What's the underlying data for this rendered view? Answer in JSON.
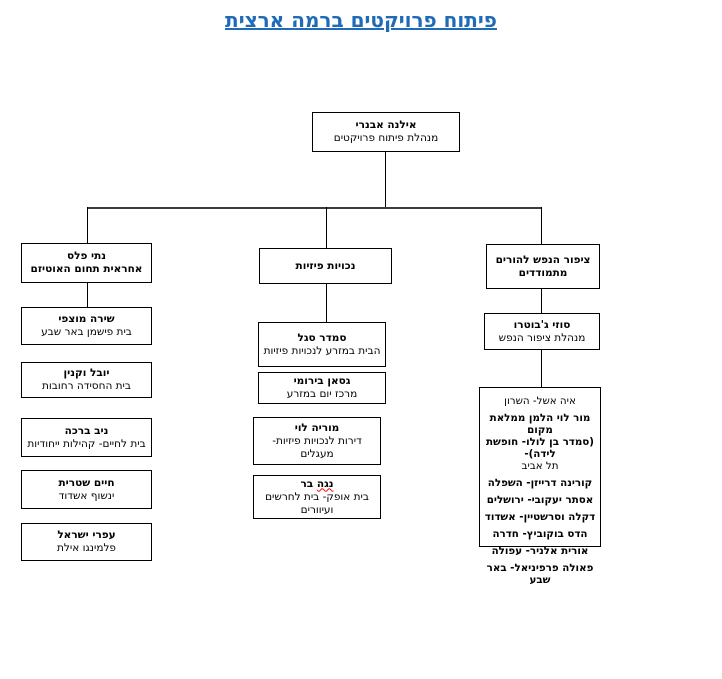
{
  "title": "פיתוח פרויקטים ברמה ארצית",
  "colors": {
    "title_blue": "#1f6bb8",
    "box_border": "#000000",
    "spellcheck_red": "#ff0000"
  },
  "root": {
    "name": "אילנה אבנרי",
    "role": "מנהלת פיתוח פרויקטים"
  },
  "branches": [
    {
      "header": {
        "line1": "נתי פלס",
        "line2": "אחראית תחום האוטיזם"
      },
      "children": [
        {
          "name": "שירה מוצפי",
          "unit": "בית פישמן באר שבע"
        },
        {
          "name": "יובל וקנין",
          "unit": "בית החסידה רחובות"
        },
        {
          "name": "ניב ברכה",
          "unit": "בית לחיים- קהילות ייחודיות"
        },
        {
          "name": "חיים שטרית",
          "unit": "ינשוף אשדוד"
        },
        {
          "name": "עפרי ישראל",
          "unit": "פלמינגו אילת"
        }
      ]
    },
    {
      "header": {
        "line1": "נכויות פיזיות"
      },
      "children": [
        {
          "name": "סמדר סגל",
          "unit": "הבית במזרע לנכויות פיזיות"
        },
        {
          "name": "גסאן בירומי",
          "unit": "מרכז יום במזרע"
        },
        {
          "name": "מוריה לוי",
          "unit": "דירות לנכויות פיזיות-",
          "unit2": "מעגלים"
        },
        {
          "name_marked": "נגה",
          "name_rest": " בר",
          "unit": "בית אופק- בית לחרשים",
          "unit2": "ועיוורים"
        }
      ]
    },
    {
      "header": {
        "line1": "ציפור הנפש להורים",
        "line2": "מתמודדים"
      },
      "manager": {
        "name": "סוזי ג'בוטרו",
        "unit": "מנהלת ציפור הנפש"
      },
      "coordinators": [
        {
          "text": "איה אשל- השרון"
        },
        {
          "text": "מור לוי הלמן ממלאת מקום"
        },
        {
          "text": "(סמדר בן לולו- חופשת לידה)-"
        },
        {
          "text": "תל אביב"
        },
        {
          "text": "קורינה דרייזן- השפלה"
        },
        {
          "text": "אסתר יעקובי- ירושלים"
        },
        {
          "text": "דקלה וסרשטיין- אשדוד"
        },
        {
          "text": "הדס בוקוביץ- חדרה"
        },
        {
          "text": "אורית אלניר- עפולה"
        },
        {
          "text": "פאולה פרפיניאל- באר שבע"
        }
      ]
    }
  ]
}
